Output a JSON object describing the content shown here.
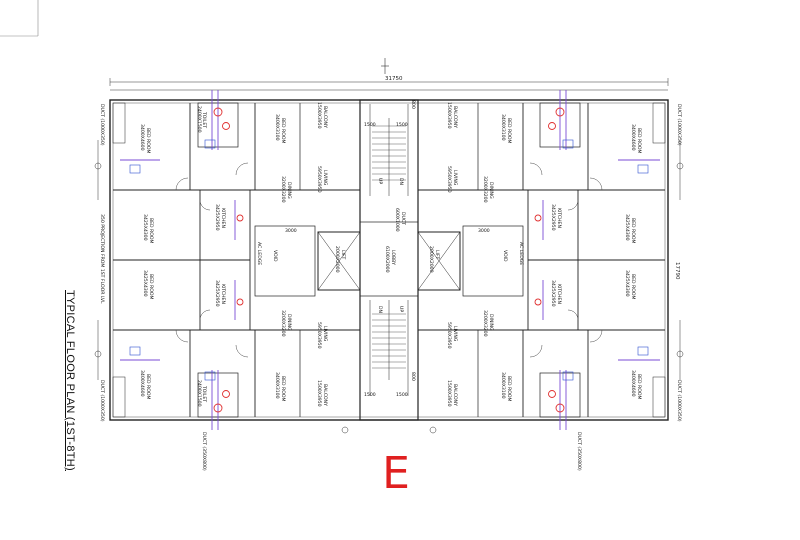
{
  "drawing": {
    "title": "TYPICAL FLOOR PLAN (1ST-8TH)",
    "sheet_mark": "E",
    "mark_color": "#e02020",
    "overall_width": "31750",
    "overall_depth": "17790"
  },
  "labels": {
    "bedroom_a": "BED ROOM",
    "bedroom_a_size": "3400X4600",
    "bedroom_b": "BED ROOM",
    "bedroom_b_size": "3400X3100",
    "bedroom_c": "BED ROOM",
    "bedroom_c_size": "3425X4300",
    "toilet": "TOILET",
    "toilet_size": "2400X1500",
    "kitchen": "KITCHEN",
    "kitchen_size": "3425X2950",
    "dining": "DINING",
    "dining_size": "3200X3200",
    "living": "LIVING",
    "living_size": "5950X3950",
    "balcony": "BALCONY",
    "balcony_size": "1500X3950",
    "void": "VOID",
    "ac_ledge": "AC LEDGE",
    "duct": "DUCT (1000X350)",
    "duct_small": "DUCT (350X800)",
    "lift": "LIFT",
    "lift_size": "2000X2000",
    "lobby": "LOBBY",
    "lobby_size": "6100X2000",
    "duct_mid": "DUCT",
    "duct_mid_size": "600X1000",
    "projection_note": "350 PROJECTION FROM 1ST FLOOR LVL",
    "up": "UP",
    "dn": "DN",
    "dim_1500": "1500",
    "dim_3000": "3000",
    "dim_800": "800"
  }
}
